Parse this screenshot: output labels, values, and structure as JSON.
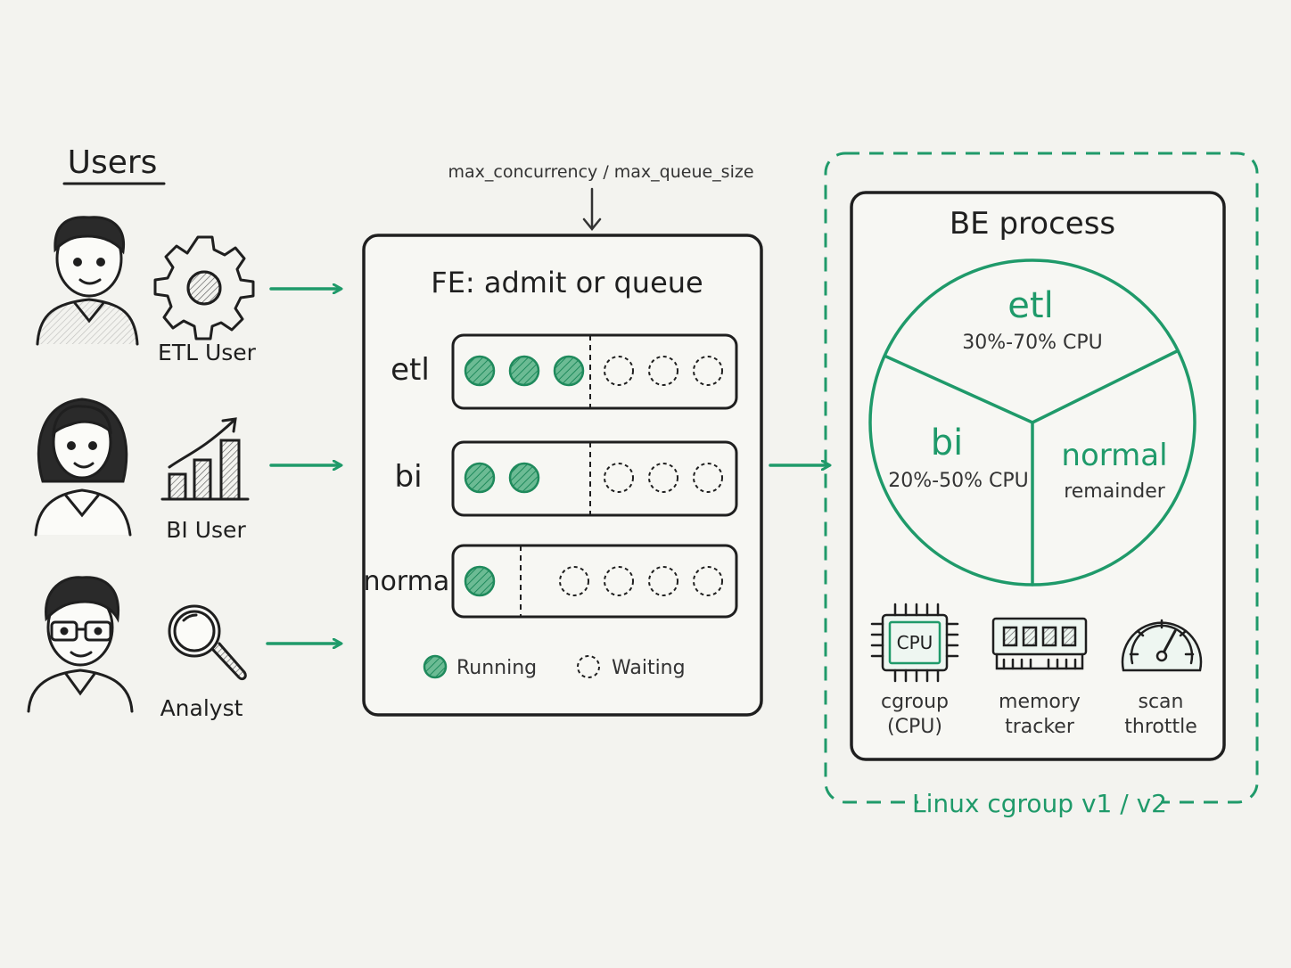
{
  "colors": {
    "accent": "#1f9a6a",
    "accent_fill": "#63b58f",
    "ink": "#1f1f1f",
    "paper": "#f3f3ef"
  },
  "users": {
    "heading": "Users",
    "list": [
      {
        "label": "ETL User",
        "icon": "gear-icon"
      },
      {
        "label": "BI User",
        "icon": "bar-chart-icon"
      },
      {
        "label": "Analyst",
        "icon": "magnifier-icon"
      }
    ]
  },
  "fe": {
    "config_label": "max_concurrency / max_queue_size",
    "title": "FE: admit or queue",
    "queues": [
      {
        "name": "etl",
        "running": 3,
        "waiting": 3
      },
      {
        "name": "bi",
        "running": 2,
        "waiting": 3
      },
      {
        "name": "normal",
        "running": 1,
        "waiting": 4
      }
    ],
    "legend": {
      "running": "Running",
      "waiting": "Waiting"
    }
  },
  "be": {
    "title": "BE process",
    "groups": [
      {
        "name": "etl",
        "share": "30%-70% CPU"
      },
      {
        "name": "bi",
        "share": "20%-50% CPU"
      },
      {
        "name": "normal",
        "share": "remainder"
      }
    ],
    "resources": [
      {
        "chip_text": "CPU",
        "label_1": "cgroup",
        "label_2": "(CPU)",
        "icon": "cpu-chip-icon"
      },
      {
        "label_1": "memory",
        "label_2": "tracker",
        "icon": "memory-module-icon"
      },
      {
        "label_1": "scan",
        "label_2": "throttle",
        "icon": "speed-gauge-icon"
      }
    ],
    "container_label": "Linux cgroup v1 / v2"
  }
}
